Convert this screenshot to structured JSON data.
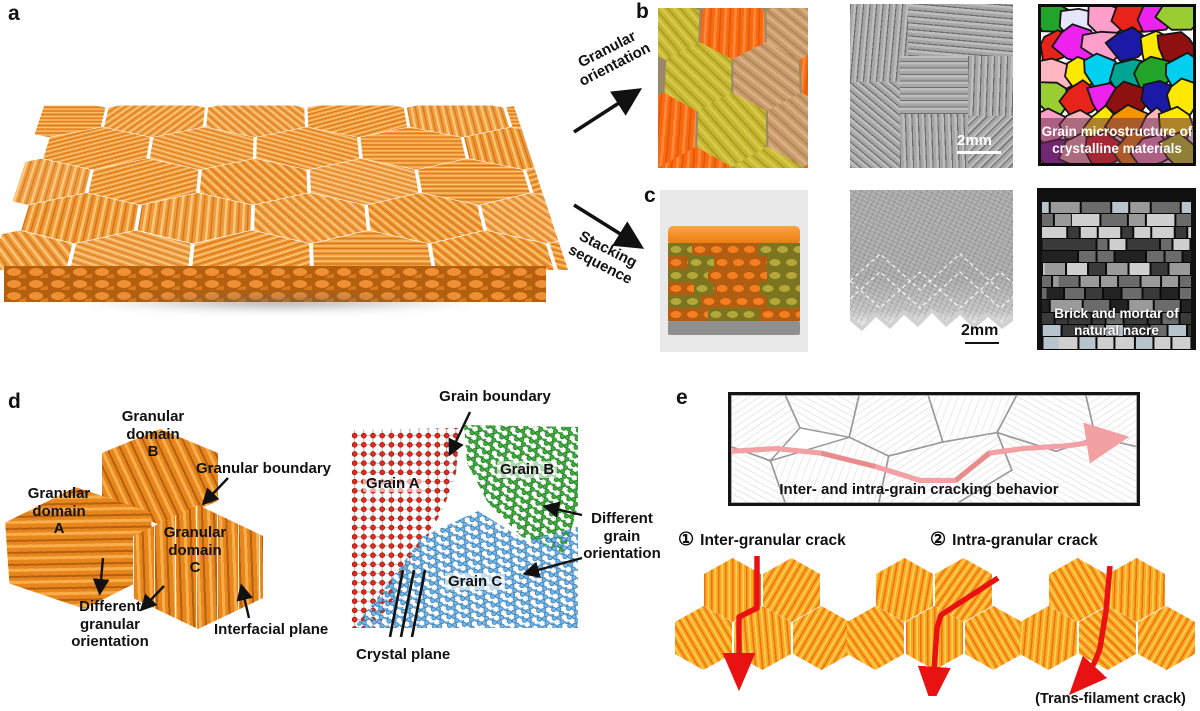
{
  "panel_a": {
    "label": "a"
  },
  "panel_b": {
    "label": "b",
    "process": "Granular\norientation",
    "scale_bar": "2mm",
    "caption": "Grain microstructure of\ncrystalline materials"
  },
  "panel_c": {
    "label": "c",
    "process": "Stacking\nsequence",
    "scale_bar": "2mm",
    "caption": "Brick and mortar of\nnatural nacre"
  },
  "panel_d": {
    "label": "d",
    "left": {
      "domain_b": "Granular\ndomain\nB",
      "boundary": "Granular boundary",
      "domain_a": "Granular\ndomain\nA",
      "domain_c": "Granular\ndomain\nC",
      "orientation": "Different\ngranular\norientation",
      "interfacial": "Interfacial plane"
    },
    "right": {
      "boundary": "Grain boundary",
      "grain_a": "Grain A",
      "grain_b": "Grain B",
      "grain_c": "Grain C",
      "orientation": "Different\ngrain\norientation",
      "crystal": "Crystal plane"
    }
  },
  "panel_e": {
    "label": "e",
    "banner_caption": "Inter- and intra-grain cracking behavior",
    "item1_num": "①",
    "item1_label": "Inter-granular crack",
    "item2_num": "②",
    "item2_label": "Intra-granular crack",
    "note": "(Trans-filament crack)"
  },
  "colors": {
    "filament_orange": "#F0913C",
    "hex_orange": "#F96A10",
    "hex_olive": "#C6B832",
    "hex_tan": "#C99B6C",
    "crack_red": "#E91212",
    "crack_pink": "#F2A0A4",
    "lattice_red": "#E8291C",
    "lattice_green": "#3FAE3F",
    "lattice_blue": "#6FB7E8"
  }
}
